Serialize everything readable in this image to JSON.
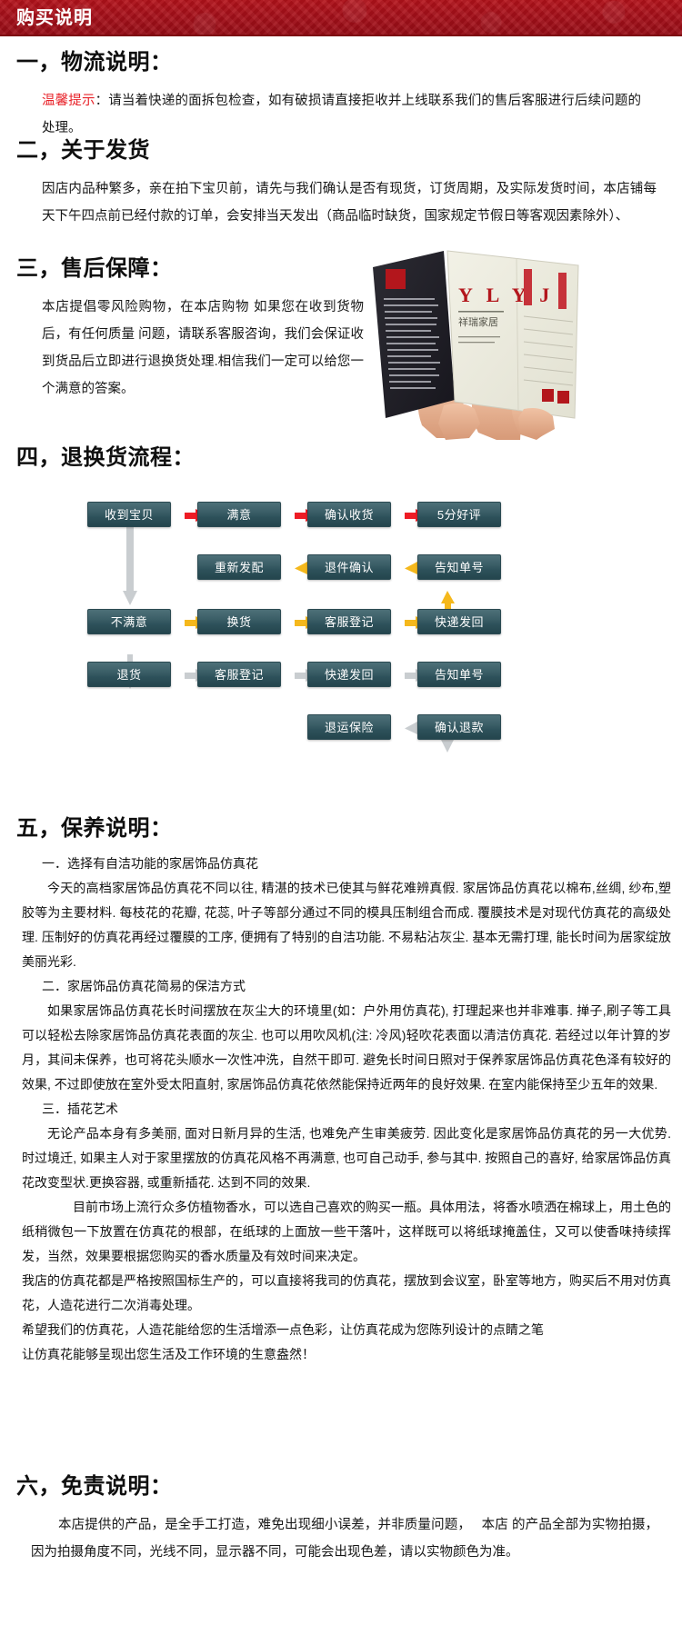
{
  "banner": {
    "title": "购买说明",
    "accent_color": "#a8101a"
  },
  "sections": {
    "logistics": {
      "heading": "一，物流说明：",
      "tip_label": "温馨提示",
      "tip_body": "：请当着快递的面拆包检查，如有破损请直接拒收并上线联系我们的售后客服进行后续问题的处理。"
    },
    "shipping": {
      "heading": "二，关于发货",
      "body": "因店内品种繁多，亲在拍下宝贝前，请先与我们确认是否有现货，订货周期，及实际发货时间，本店铺每天下午四点前已经付款的订单，会安排当天发出（商品临时缺货，国家规定节假日等客观因素除外）、"
    },
    "after_sale": {
      "heading": "三，售后保障：",
      "body": "本店提倡零风险购物，在本店购物 如果您在收到货物后，有任何质量 问题，请联系客服咨询，我们会保证收到货品后立即进行退换货处理.相信我们一定可以给您一个满意的答案。",
      "photo_alt": "手持YLYJ祥瑞家居保修卡",
      "photo_brand": "Y L Y J",
      "photo_subbrand": "祥瑞家居"
    },
    "returns": {
      "heading": "四，退换货流程："
    },
    "care": {
      "heading": "五，保养说明：",
      "sub1": "一．选择有自洁功能的家居饰品仿真花",
      "p1": "今天的高档家居饰品仿真花不同以往, 精湛的技术已使其与鲜花难辨真假. 家居饰品仿真花以棉布,丝绸, 纱布,塑胶等为主要材料. 每枝花的花瓣, 花蕊, 叶子等部分通过不同的模具压制组合而成. 覆膜技术是对现代仿真花的高级处理. 压制好的仿真花再经过覆膜的工序, 便拥有了特别的自洁功能. 不易粘沾灰尘. 基本无需打理, 能长时间为居家绽放美丽光彩.",
      "sub2": "二．家居饰品仿真花简易的保洁方式",
      "p2": "如果家居饰品仿真花长时间摆放在灰尘大的环境里(如：户外用仿真花), 打理起来也并非难事. 掸子,刷子等工具可以轻松去除家居饰品仿真花表面的灰尘. 也可以用吹风机(注: 冷风)轻吹花表面以清洁仿真花. 若经过以年计算的岁月，其间未保养，也可将花头顺水一次性冲洗，自然干即可. 避免长时间日照对于保养家居饰品仿真花色泽有较好的效果, 不过即使放在室外受太阳直射, 家居饰品仿真花依然能保持近两年的良好效果. 在室内能保持至少五年的效果.",
      "sub3": "三．插花艺术",
      "p3": "无论产品本身有多美丽, 面对日新月异的生活, 也难免产生审美疲劳. 因此变化是家居饰品仿真花的另一大优势. 时过境迁, 如果主人对于家里摆放的仿真花风格不再满意, 也可自己动手, 参与其中. 按照自己的喜好, 给家居饰品仿真花改变型状.更换容器, 或重新插花. 达到不同的效果.",
      "p4": "目前市场上流行众多仿植物香水，可以选自己喜欢的购买一瓶。具体用法，将香水喷洒在棉球上，用土色的纸稍微包一下放置在仿真花的根部，在纸球的上面放一些干落叶，这样既可以将纸球掩盖住，又可以使香味持续挥发，当然，效果要根据您购买的香水质量及有效时间来决定。",
      "p5": "我店的仿真花都是严格按照国标生产的，可以直接将我司的仿真花，摆放到会议室，卧室等地方，购买后不用对仿真花，人造花进行二次消毒处理。",
      "p6": "希望我们的仿真花，人造花能给您的生活增添一点色彩，让仿真花成为您陈列设计的点睛之笔",
      "p7": "让仿真花能够呈现出您生活及工作环境的生意盎然！"
    },
    "disclaimer": {
      "heading": "六，免责说明：",
      "body": "本店提供的产品，是全手工打造，难免出现细小误差，并非质量问题，　 本店 的产品全部为实物拍摄，因为拍摄角度不同，光线不同，显示器不同，可能会出现色差，请以实物颜色为准。"
    }
  },
  "flowchart": {
    "node_color": "#32565f",
    "arrow_red": "#ee1c25",
    "arrow_yellow": "#f5b81c",
    "arrow_grey": "#c9cdd0",
    "rows": [
      {
        "id": "row-satisfied",
        "nodes": [
          "收到宝贝",
          "满意",
          "确认收货",
          "5分好评"
        ],
        "arrow_color": "red",
        "direction": "right"
      },
      {
        "id": "row-redispatch",
        "nodes": [
          "重新发配",
          "退件确认",
          "告知单号"
        ],
        "arrow_color": "yellow",
        "direction": "left"
      },
      {
        "id": "row-exchange",
        "nodes": [
          "不满意",
          "换货",
          "客服登记",
          "快递发回"
        ],
        "arrow_color": "yellow",
        "direction": "right"
      },
      {
        "id": "row-return",
        "nodes": [
          "退货",
          "客服登记",
          "快递发回",
          "告知单号"
        ],
        "arrow_color": "grey",
        "direction": "right"
      },
      {
        "id": "row-refund",
        "nodes": [
          "退运保险",
          "确认退款"
        ],
        "arrow_color": "grey",
        "direction": "left"
      }
    ],
    "vertical_links": [
      {
        "from": "收到宝贝",
        "to": "不满意",
        "color": "grey"
      },
      {
        "from": "不满意",
        "to": "退货",
        "color": "grey"
      },
      {
        "from": "快递发回",
        "to": "告知单号",
        "color": "yellow"
      },
      {
        "from": "告知单号",
        "to": "确认退款",
        "color": "grey"
      }
    ]
  }
}
